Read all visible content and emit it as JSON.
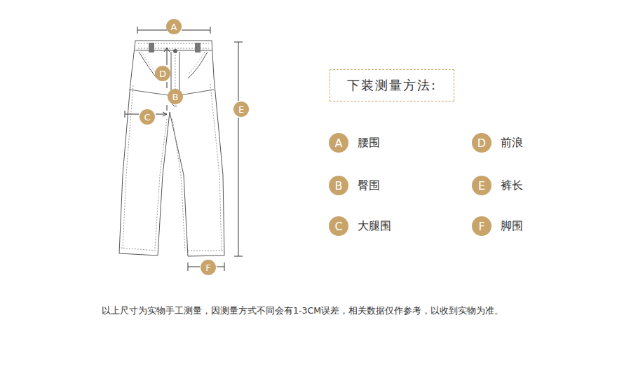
{
  "diagram": {
    "caption": "以上尺寸为实物手工测量，因测量方式不同会有1-3CM误差，相关数据仅作参考，以收到实物为准。",
    "nodes": [
      {
        "text": [
          "A"
        ]
      },
      {
        "text": [
          "D"
        ]
      },
      {
        "text": [
          "B"
        ]
      },
      {
        "text": [
          "E"
        ]
      },
      {
        "text": [
          "C"
        ]
      },
      {
        "text": [
          "F"
        ]
      },
      {
        "text": [
          "下装测量方法:"
        ]
      },
      {
        "text": [
          "A",
          "腰围"
        ]
      },
      {
        "text": [
          "D",
          "前浪"
        ]
      },
      {
        "text": [
          "B",
          "臀围"
        ]
      },
      {
        "text": [
          "E",
          "裤长"
        ]
      },
      {
        "text": [
          "C",
          "大腿围"
        ]
      },
      {
        "text": [
          "F",
          "脚围"
        ]
      }
    ]
  }
}
